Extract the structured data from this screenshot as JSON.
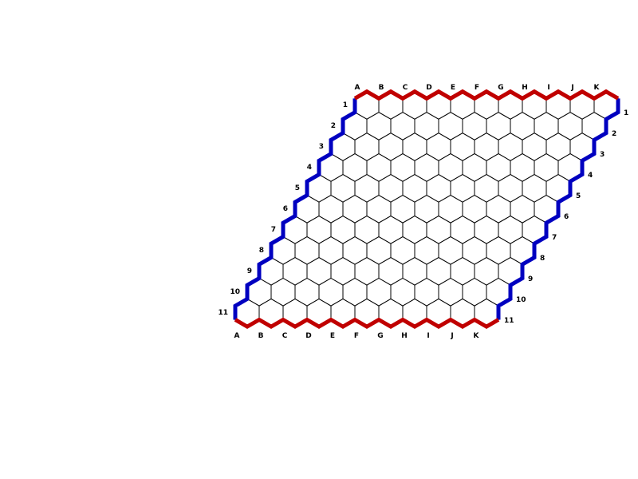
{
  "board": {
    "columns": [
      "A",
      "B",
      "C",
      "D",
      "E",
      "F",
      "G",
      "H",
      "I",
      "J",
      "K"
    ],
    "rows": [
      "1",
      "2",
      "3",
      "4",
      "5",
      "6",
      "7",
      "8",
      "9",
      "10",
      "11"
    ],
    "size": 11
  },
  "colors": {
    "background": "#ffffff",
    "cell_fill": "#ffffff",
    "grid_line": "#000000",
    "red_edge": "#c00000",
    "blue_edge": "#0000c0",
    "label": "#000000"
  },
  "red_player_edges": [
    "top",
    "bottom"
  ],
  "blue_player_edges": [
    "left",
    "right"
  ]
}
